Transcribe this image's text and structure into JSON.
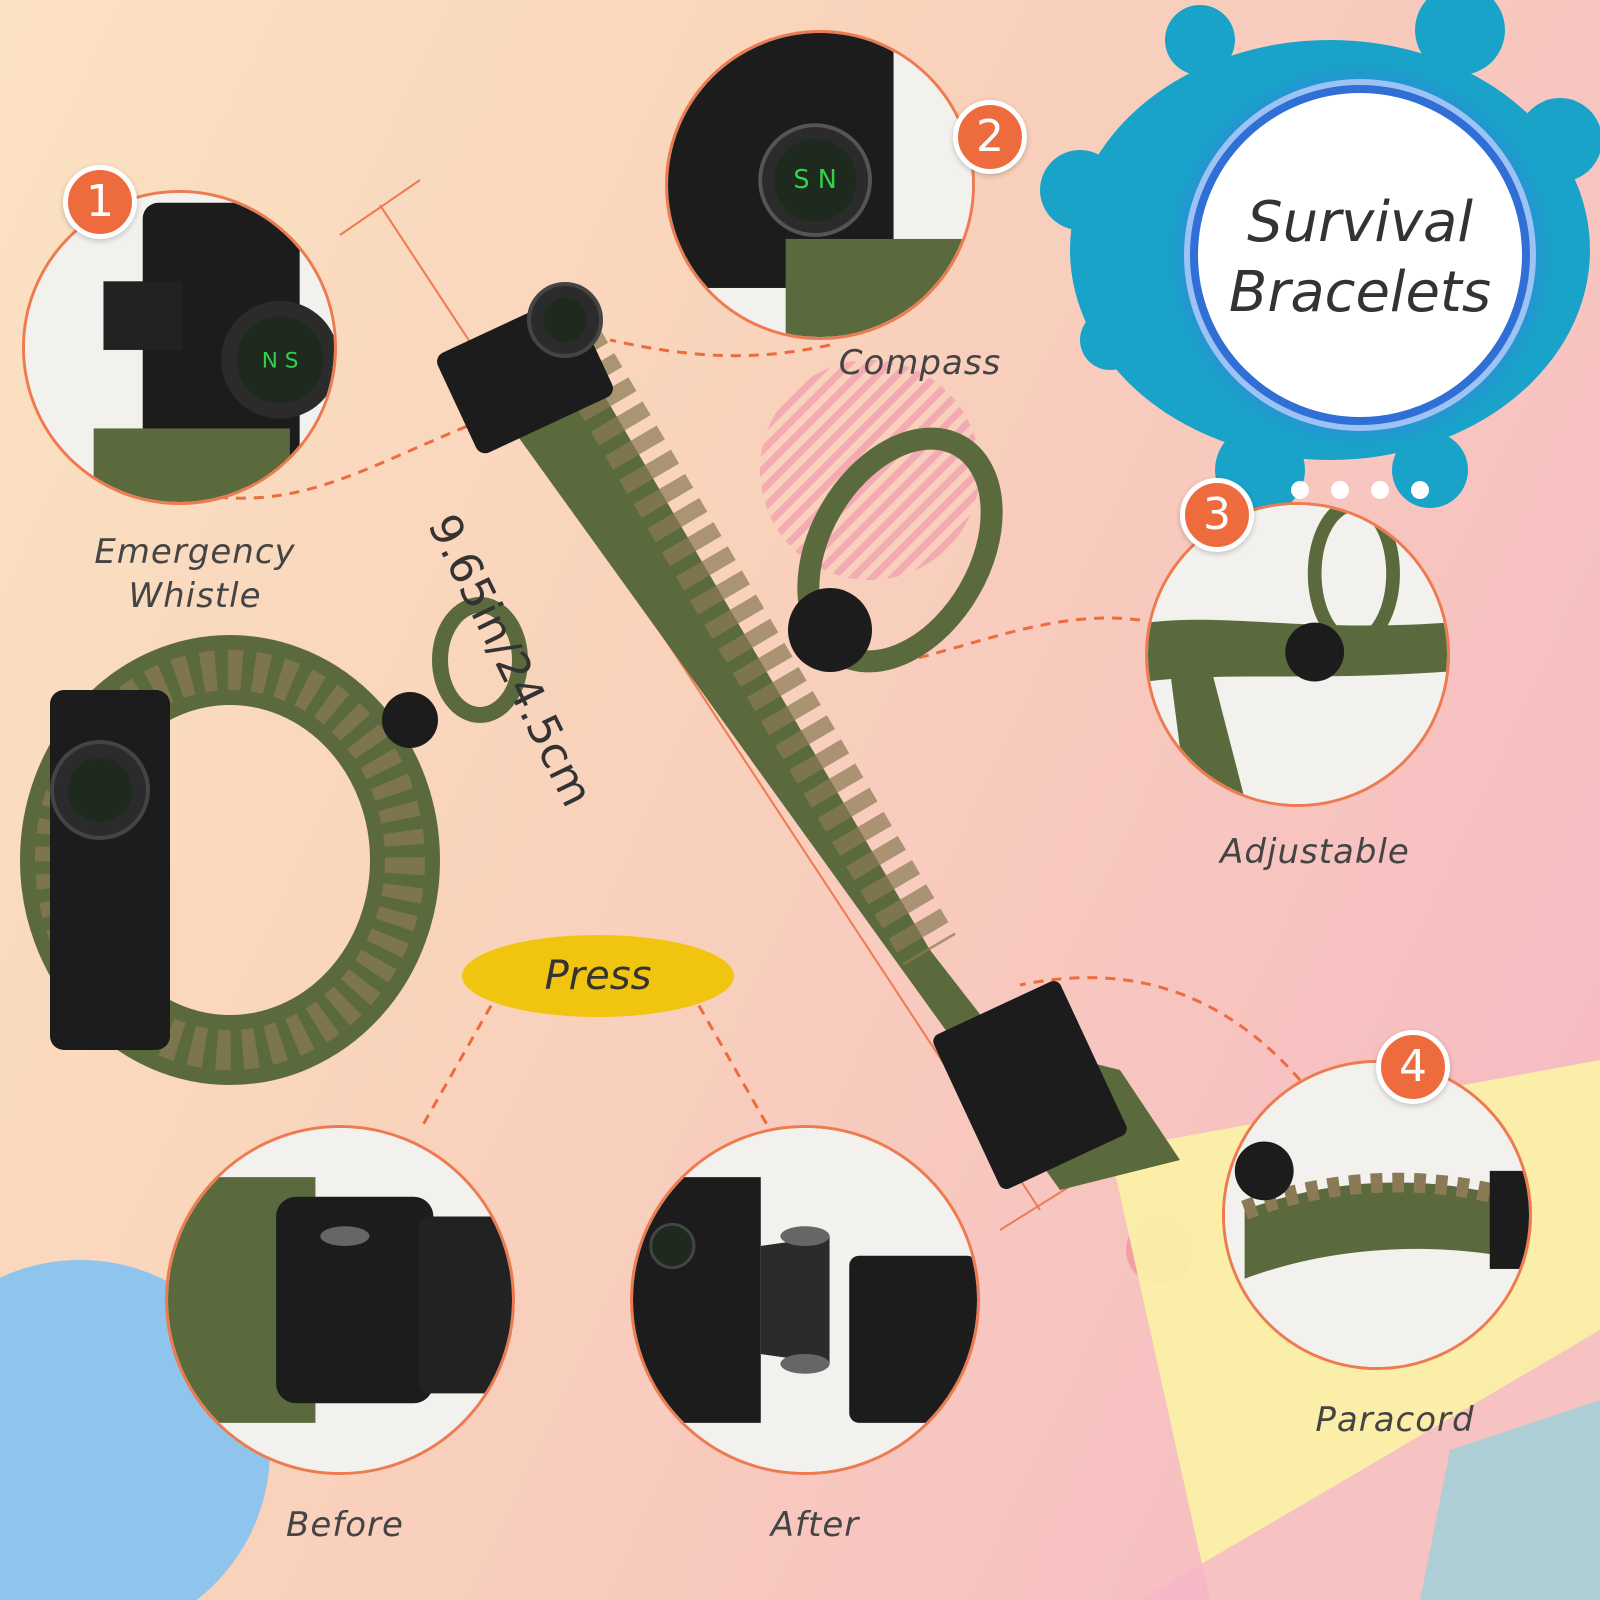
{
  "title": {
    "line1": "Survival",
    "line2": "Bracelets"
  },
  "measurement": "9.65in/24.5cm",
  "press_label": "Press",
  "features": [
    {
      "number": "1",
      "label_line1": "Emergency",
      "label_line2": "Whistle"
    },
    {
      "number": "2",
      "label": "Compass"
    },
    {
      "number": "3",
      "label": "Adjustable"
    },
    {
      "number": "4",
      "label": "Paracord"
    }
  ],
  "states": {
    "before": "Before",
    "after": "After"
  },
  "colors": {
    "accent": "#ee6b3e",
    "press": "#f1c40f",
    "title_ring": "#2f6fd6",
    "paracord": "#5b6a3c"
  }
}
